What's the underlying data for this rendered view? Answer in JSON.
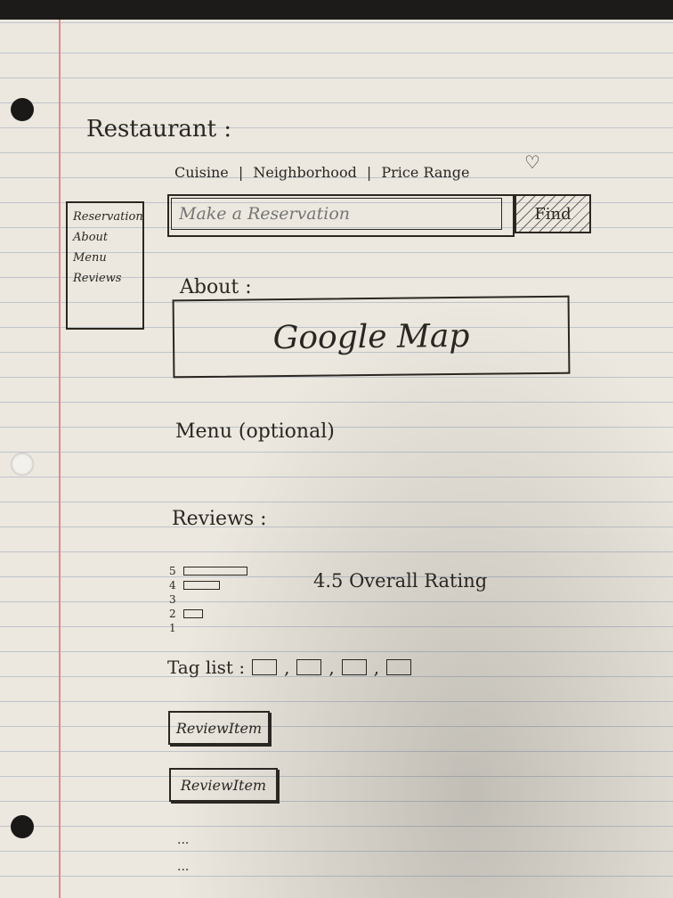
{
  "page_title": "Restaurant :",
  "nav": {
    "links": [
      "Cuisine",
      "Neighborhood",
      "Price Range"
    ],
    "separator": "|"
  },
  "icons": {
    "favorite": "heart-icon"
  },
  "sidebar": {
    "items": [
      {
        "label": "Reservation"
      },
      {
        "label": "About"
      },
      {
        "label": "Menu"
      },
      {
        "label": "Reviews"
      }
    ]
  },
  "search": {
    "placeholder": "Make a Reservation",
    "button_label": "Find"
  },
  "about": {
    "title": "About :",
    "map_label": "Google Map"
  },
  "menu": {
    "title": "Menu (optional)"
  },
  "reviews": {
    "title": "Reviews :",
    "rating_bars": [
      {
        "star": "5",
        "fraction": 1.0
      },
      {
        "star": "4",
        "fraction": 0.56
      },
      {
        "star": "3",
        "fraction": 0.0
      },
      {
        "star": "2",
        "fraction": 0.28
      },
      {
        "star": "1",
        "fraction": 0.0
      }
    ],
    "overall_rating": "4.5 Overall Rating",
    "tag_list_label": "Tag list :",
    "tag_separator": ",",
    "tag_count": 4,
    "items": [
      {
        "label": "ReviewItem"
      },
      {
        "label": "ReviewItem"
      }
    ],
    "more": [
      "...",
      "..."
    ]
  }
}
